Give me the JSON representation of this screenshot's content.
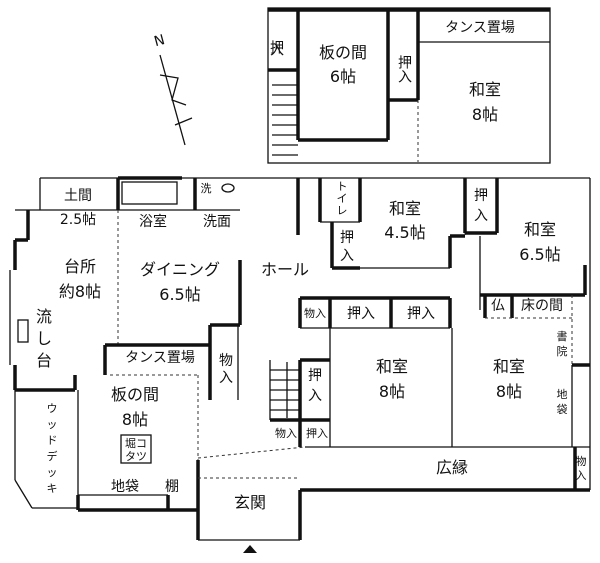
{
  "upper_floor": {
    "closet_left": "押入",
    "itanoma": {
      "name": "板の間",
      "size": "6帖"
    },
    "closet_mid": "押入",
    "tansu": "タンス置場",
    "washitsu": {
      "name": "和室",
      "size": "8帖"
    }
  },
  "main_floor": {
    "doma": {
      "name": "土間",
      "size": "2.5帖"
    },
    "bath": "浴室",
    "laundry": "洗",
    "washroom": "洗面",
    "kitchen": {
      "name": "台所",
      "size": "約8帖"
    },
    "sink": [
      "流",
      "し",
      "台"
    ],
    "dining": {
      "name": "ダイニング",
      "size": "6.5帖"
    },
    "hall": "ホール",
    "toilet": [
      "ト",
      "イ",
      "レ"
    ],
    "closet_toilet": [
      "押",
      "入"
    ],
    "washitsu_45": {
      "name": "和室",
      "size": "4.5帖"
    },
    "closet_45": [
      "押",
      "入"
    ],
    "washitsu_65": {
      "name": "和室",
      "size": "6.5帖"
    },
    "storage_a": "物入",
    "closet_a": "押入",
    "closet_b": "押入",
    "butsudan": "仏",
    "tokonoma": "床の間",
    "shoin": [
      "書",
      "院"
    ],
    "tansu": "タンス置場",
    "storage_dining": [
      "物",
      "入"
    ],
    "closet_stairs": [
      "押",
      "入"
    ],
    "washitsu_8a": {
      "name": "和室",
      "size": "8帖"
    },
    "washitsu_8b": {
      "name": "和室",
      "size": "8帖"
    },
    "jibukuro_right": [
      "地",
      "袋"
    ],
    "itanoma": {
      "name": "板の間",
      "size": "8帖"
    },
    "horigotatsu": [
      "堀コ",
      "タツ"
    ],
    "wood_deck": [
      "ウ",
      "ッ",
      "ド",
      "デ",
      "ッ",
      "キ"
    ],
    "storage_b": "物入",
    "closet_c": "押入",
    "engawa": "広縁",
    "storage_engawa": [
      "物",
      "入"
    ],
    "jibukuro": "地袋",
    "shelf": "棚",
    "entrance": "玄関"
  },
  "compass": {
    "north_label": "N"
  }
}
